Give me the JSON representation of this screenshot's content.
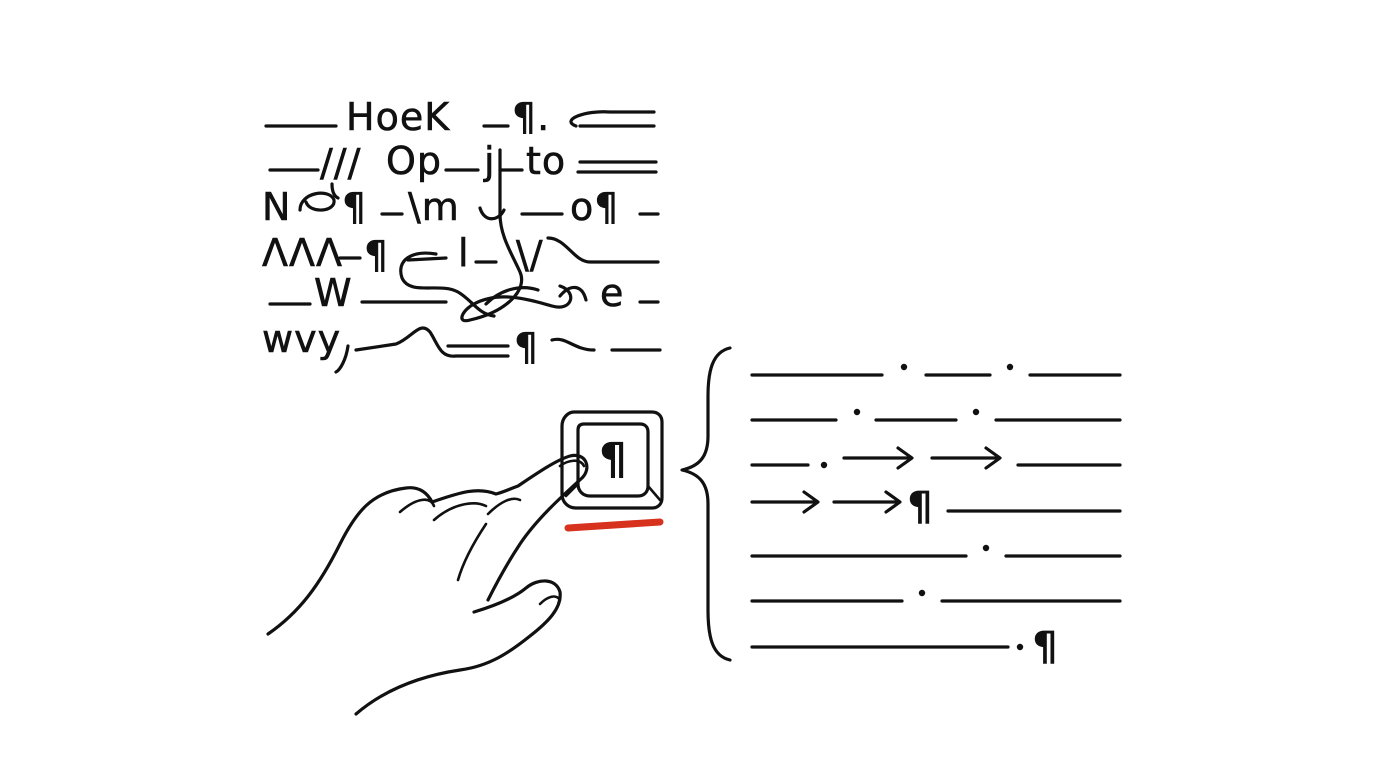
{
  "colors": {
    "ink": "#111111",
    "accent": "#d6321e",
    "background": "#ffffff"
  },
  "icons": {
    "key": "pilcrow-key-icon",
    "hand": "pointing-hand-icon",
    "brace": "left-curly-brace-icon",
    "arrow": "right-arrow-icon"
  },
  "messy_text": {
    "lines": [
      {
        "fragments": [
          "HoeK",
          "¶."
        ]
      },
      {
        "fragments": [
          "///",
          "Op",
          "j",
          "to"
        ]
      },
      {
        "fragments": [
          "N",
          "¶",
          "\\m",
          "o¶"
        ]
      },
      {
        "fragments": [
          "ΛΛΛ",
          "¶",
          "l",
          "\\/"
        ]
      },
      {
        "fragments": [
          "W",
          "e"
        ]
      },
      {
        "fragments": [
          "wvy",
          "¶"
        ]
      }
    ]
  },
  "key": {
    "symbol": "¶"
  },
  "clean_text": {
    "pilcrows": [
      "¶",
      "¶"
    ]
  }
}
